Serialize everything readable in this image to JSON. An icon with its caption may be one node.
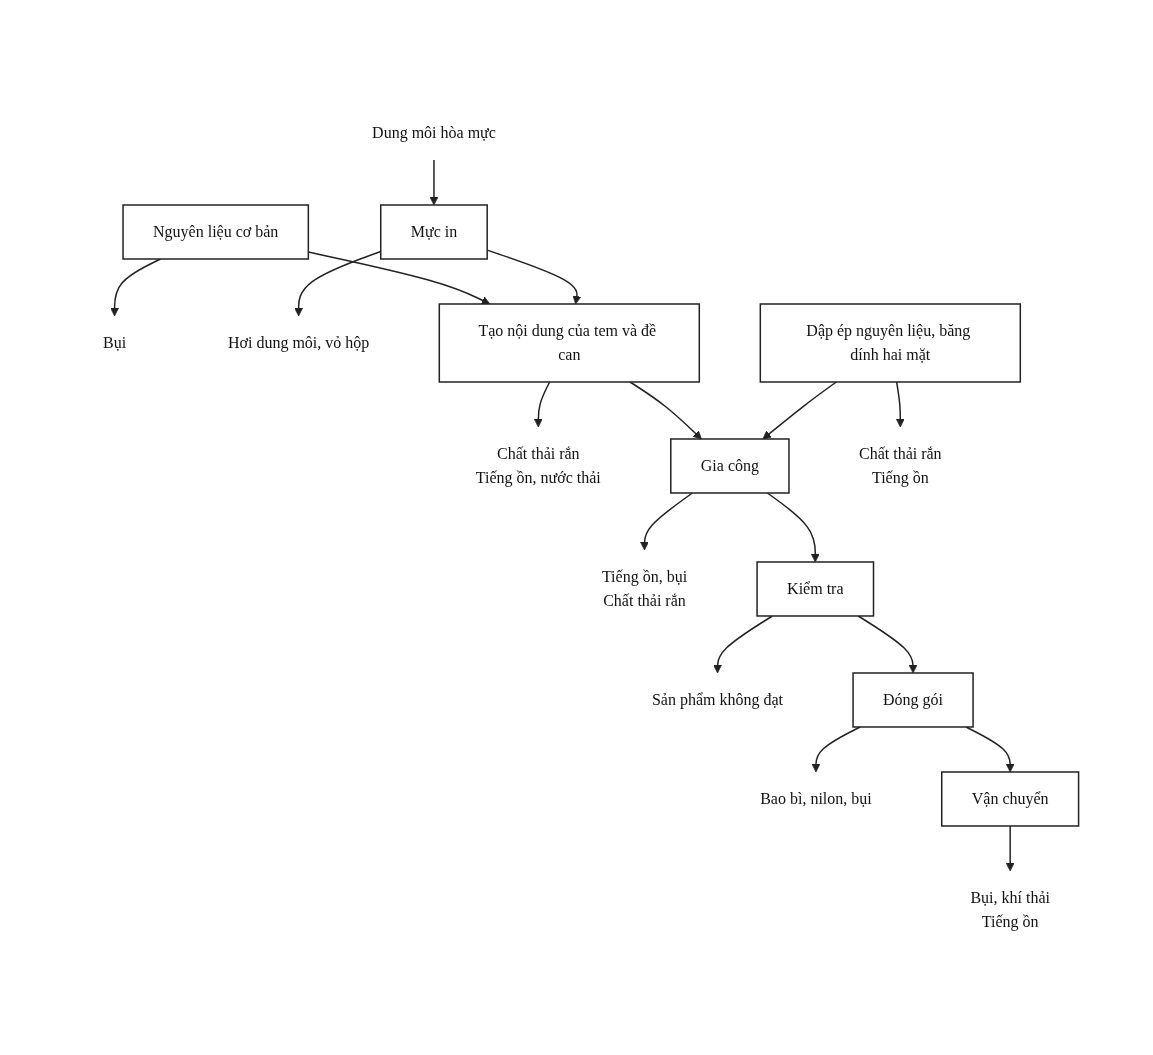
{
  "diagram": {
    "nodes": [
      {
        "text": [
          "Nguyên liệu cơ bản"
        ]
      },
      {
        "text": [
          "Bụi"
        ]
      },
      {
        "text": [
          "Hơi dung môi, vỏ hộp"
        ]
      },
      {
        "text": [
          "Dung môi hòa mực"
        ]
      },
      {
        "text": [
          "Mực in"
        ]
      },
      {
        "text": [
          "Tạo nội dung của tem và đề can"
        ]
      },
      {
        "text": [
          "Chất thải rắn",
          "Tiếng ồn, nước thải"
        ]
      },
      {
        "text": [
          "Dập ép nguyên liệu, băng dính hai mặt"
        ]
      },
      {
        "text": [
          "Gia công"
        ]
      },
      {
        "text": [
          "Tiếng ồn, bụi",
          "Chất thải rắn"
        ]
      },
      {
        "text": [
          "Chất thải rắn",
          "Tiếng ồn"
        ]
      },
      {
        "text": [
          "Kiểm tra"
        ]
      },
      {
        "text": [
          "Sản phẩm không đạt"
        ]
      },
      {
        "text": [
          "Đóng gói"
        ]
      },
      {
        "text": [
          "Bao bì, nilon, bụi"
        ]
      },
      {
        "text": [
          "Vận chuyển"
        ]
      },
      {
        "text": [
          "Bụi, khí thải",
          "Tiếng ồn"
        ]
      }
    ],
    "edges": [
      {
        "from": 0,
        "to": 1,
        "arrow": "to"
      },
      {
        "from": 0,
        "to": 5,
        "arrow": "to"
      },
      {
        "from": 4,
        "to": 2,
        "arrow": "to"
      },
      {
        "from": 3,
        "to": 4,
        "arrow": "to"
      },
      {
        "from": 4,
        "to": 5,
        "arrow": "to"
      },
      {
        "from": 5,
        "to": 6,
        "arrow": "to"
      },
      {
        "from": 5,
        "to": 8,
        "arrow": "to"
      },
      {
        "from": 7,
        "to": 8,
        "arrow": "to"
      },
      {
        "from": 8,
        "to": 9,
        "arrow": "to"
      },
      {
        "from": 7,
        "to": 10,
        "arrow": "to"
      },
      {
        "from": 8,
        "to": 11,
        "arrow": "to"
      },
      {
        "from": 11,
        "to": 12,
        "arrow": "to"
      },
      {
        "from": 11,
        "to": 13,
        "arrow": "to"
      },
      {
        "from": 13,
        "to": 14,
        "arrow": "to"
      },
      {
        "from": 13,
        "to": 15,
        "arrow": "to"
      },
      {
        "from": 15,
        "to": 16,
        "arrow": "to"
      }
    ]
  }
}
